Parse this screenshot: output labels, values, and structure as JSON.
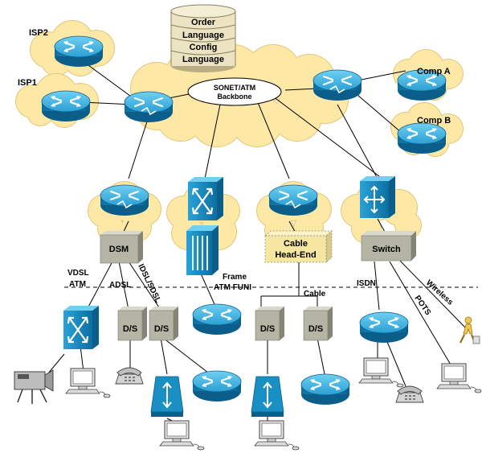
{
  "database": {
    "line1": "Order",
    "line2": "Language",
    "line3": "Config",
    "line4": "Language"
  },
  "backbone": {
    "line1": "SONET/ATM",
    "line2": "Backbone"
  },
  "cloud_labels": {
    "isp2": "ISP2",
    "isp1": "ISP1",
    "comp_a": "Comp A",
    "comp_b": "Comp B"
  },
  "boxes": {
    "dsm": "DSM",
    "cable_line1": "Cable",
    "cable_line2": "Head-End",
    "switch": "Switch",
    "ds": "D/S"
  },
  "links": {
    "vdsl": "VDSL",
    "atm": "ATM",
    "adsl": "ADSL",
    "idsl": "IDSL/SDSL",
    "frame": "Frame",
    "atm_funi": "ATM FUNI",
    "cable": "Cable",
    "isdn": "ISDN",
    "wireless": "Wireless",
    "pots": "POTS"
  },
  "colors": {
    "cloud": "#fde8a6",
    "cloud_stroke": "#e0c77a",
    "device": "#1a8fc4",
    "device_dark": "#0b5e8a",
    "device_light": "#5cc2ea",
    "box": "#b5b5a5",
    "box_cable": "#f5e6a0",
    "db": "#ece3c2"
  }
}
